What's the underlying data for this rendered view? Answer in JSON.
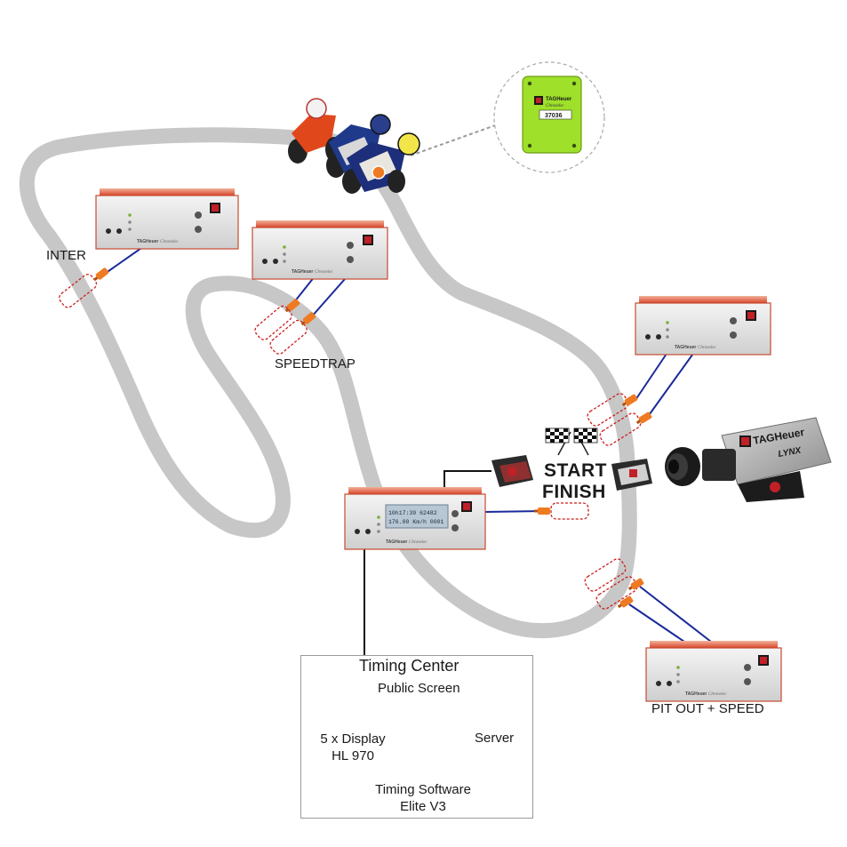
{
  "sites": {
    "inter": "INTER",
    "speedtrap": "SPEEDTRAP",
    "pit_out_speed": "PIT OUT + SPEED"
  },
  "start_finish": {
    "start": "START",
    "finish": "FINISH"
  },
  "decoder": {
    "brand": "TAGHeuer",
    "model": "Chronelec",
    "display_line1": "10h17:39  62482",
    "display_line2": "176.00 Km/h  0001"
  },
  "transponder": {
    "brand": "TAGHeuer",
    "model": "Chronelec",
    "serial": "37036"
  },
  "camera": {
    "brand": "TAGHeuer",
    "model": "LYNX"
  },
  "timing_center": {
    "title": "Timing Center",
    "public_screen": "Public Screen",
    "display_line1": "5 x Display",
    "display_line2": "HL 970",
    "server": "Server",
    "software_line1": "Timing Software",
    "software_line2": "Elite V3"
  },
  "colors": {
    "track": "#c7c7c7",
    "cable_blue": "#1a2a9a",
    "cable_black": "#111111",
    "loop_red": "#cc1e1e",
    "antenna_orange": "#ee7a22",
    "decoder_red": "#d8452a",
    "transponder_green": "#9ee02a"
  }
}
